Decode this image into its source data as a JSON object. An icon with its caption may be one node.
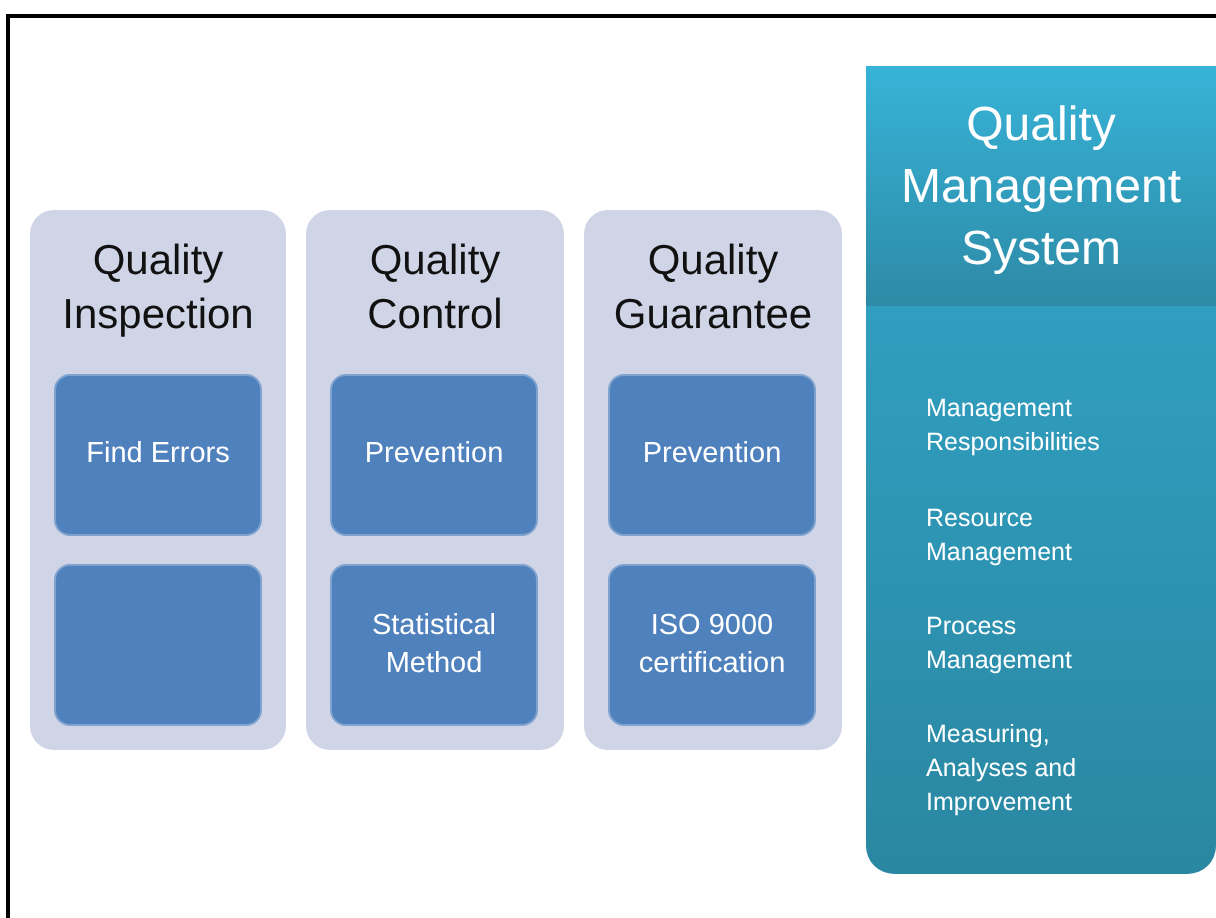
{
  "diagram": {
    "nodes": [
      {
        "text": [
          "Quality Inspection"
        ]
      },
      {
        "text": [
          "Find Errors"
        ],
        "in": 0
      },
      {
        "text": [],
        "shape": "box",
        "in": 0
      },
      {
        "text": [
          "Quality Control"
        ]
      },
      {
        "text": [
          "Prevention"
        ],
        "in": 3
      },
      {
        "text": [
          "Statistical Method"
        ],
        "in": 3
      },
      {
        "text": [
          "Quality Guarantee"
        ]
      },
      {
        "text": [
          "Prevention"
        ],
        "in": 6
      },
      {
        "text": [
          "ISO 9000 certification"
        ],
        "in": 6
      },
      {
        "text": [
          "Quality Management System",
          "Management Responsibilities",
          "Resource Management",
          "Process Management",
          "Measuring, Analyses and Improvement"
        ]
      }
    ]
  }
}
